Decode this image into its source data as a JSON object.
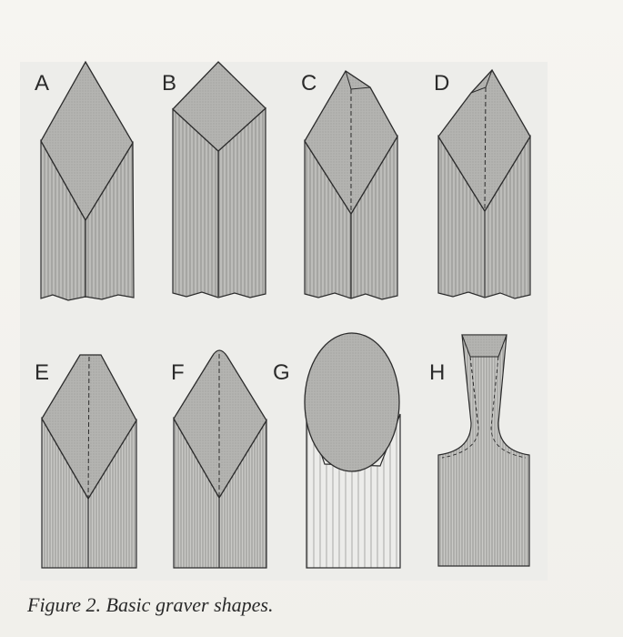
{
  "figure": {
    "labels": {
      "a": "A",
      "b": "B",
      "c": "C",
      "d": "D",
      "e": "E",
      "f": "F",
      "g": "G",
      "h": "H"
    },
    "caption": "Figure 2. Basic graver shapes."
  },
  "colors": {
    "face": "#b2b2b0",
    "shank_light": "#cfcfcc",
    "shank_dark": "#7a7a78",
    "outline": "#2c2c2c"
  }
}
